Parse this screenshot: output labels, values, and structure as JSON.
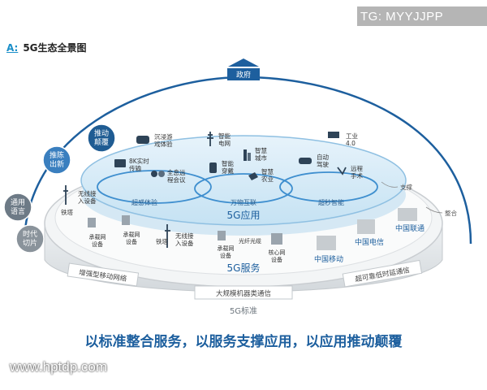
{
  "watermark_top": "TG: MYYJJPP",
  "watermark_bottom": "www.hptdp.com",
  "header": {
    "prefix": "A:",
    "title": "5G生态全景图"
  },
  "government": "政府",
  "left_badges": [
    {
      "line1": "推动",
      "line2": "颠覆",
      "color": "#1f5c93"
    },
    {
      "line1": "推陈",
      "line2": "出新",
      "color": "#3a7fbf"
    },
    {
      "line1": "通用",
      "line2": "语言",
      "color": "#6d7a86"
    },
    {
      "line1": "时代",
      "line2": "切片",
      "color": "#8a939b"
    }
  ],
  "app_layer": {
    "title": "5G应用",
    "zones": [
      "超感体验",
      "万物互联",
      "超秒智能"
    ],
    "items": [
      "沉浸游戏体验",
      "8K实时传输",
      "全息远程会议",
      "智能电网",
      "智能穿戴",
      "智慧城市",
      "智慧农业",
      "自动驾驶",
      "工业4.0",
      "远程手术"
    ],
    "item_lines": {
      "vr": [
        "沉浸游",
        "戏体验"
      ],
      "8k": [
        "8K实时",
        "传输"
      ],
      "holo": [
        "全息远",
        "程会议"
      ],
      "grid": [
        "智能",
        "电网"
      ],
      "wear": [
        "智能",
        "穿戴"
      ],
      "city": [
        "智慧",
        "城市"
      ],
      "agri": [
        "智慧",
        "农业"
      ],
      "drive": [
        "自动",
        "驾驶"
      ],
      "ind": [
        "工业",
        "4.0"
      ],
      "surg": [
        "远程",
        "手术"
      ]
    }
  },
  "service_layer": {
    "title": "5G服务",
    "items": {
      "tower_left": "铁塔",
      "wireless_left": [
        "无线接",
        "入设备"
      ],
      "carrier_a": [
        "承载网",
        "设备"
      ],
      "carrier_b": [
        "承载网",
        "设备"
      ],
      "tower_mid": "铁塔",
      "wireless_mid": [
        "无线接",
        "入设备"
      ],
      "carrier_c": [
        "承载网",
        "设备"
      ],
      "fiber": "光纤光缆",
      "core": [
        "核心网",
        "设备"
      ]
    },
    "operators": [
      "中国电信",
      "中国联通",
      "中国移动"
    ]
  },
  "labels": {
    "support": "支撑",
    "integrate": "整合"
  },
  "standards": {
    "items": [
      "增强型移动网络",
      "大规模机器类通信",
      "超可靠低时延通信"
    ],
    "title": "5G标准"
  },
  "caption": "以标准整合服务，以服务支撑应用，以应用推动颠覆",
  "colors": {
    "accent": "#1d5f9e",
    "light_blue": "#cfe7f6",
    "grey": "#b9bec3"
  }
}
